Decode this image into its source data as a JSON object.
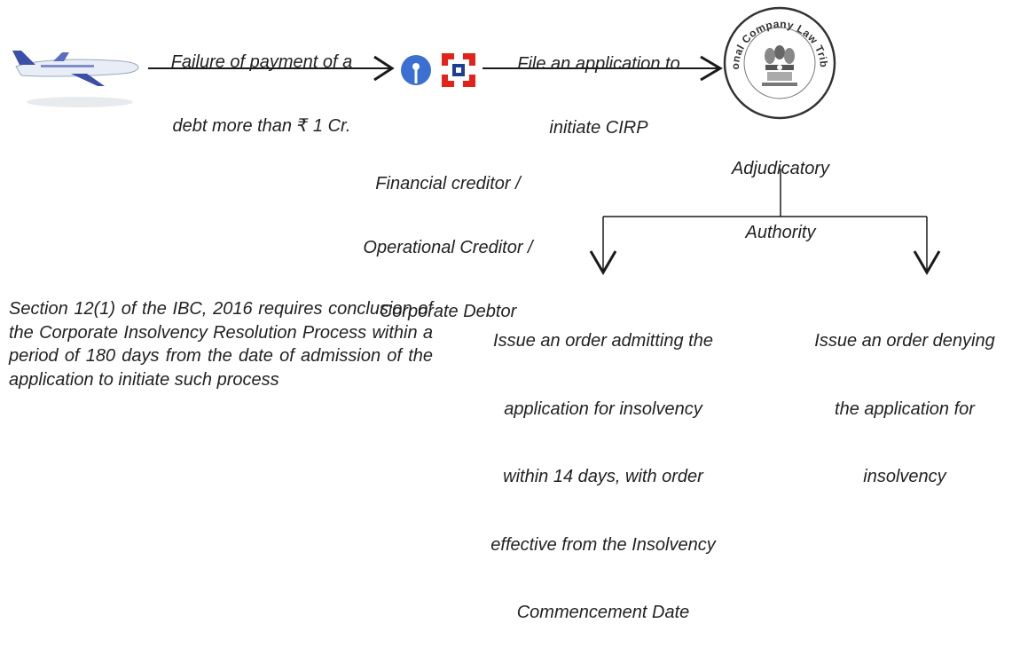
{
  "debtor_to_creditor_label": [
    "Failure of payment of a",
    "debt more than ₹ 1 Cr."
  ],
  "creditor_to_authority_label": [
    "File an application to",
    "initiate CIRP"
  ],
  "creditor_caption": [
    "Financial creditor /",
    "Operational Creditor /",
    "Corporate Debtor"
  ],
  "authority_caption": [
    "Adjudicatory",
    "Authority"
  ],
  "authority_seal_text": "National Company Law Tribunal",
  "outcome_admit": [
    "Issue an order admitting the",
    "application for insolvency",
    "within 14 days, with order",
    "effective from the Insolvency",
    "Commencement Date"
  ],
  "outcome_deny": [
    "Issue an order denying",
    "the application for",
    "insolvency"
  ],
  "section_note": "Section 12(1) of the IBC, 2016 requires conclusion of the Corporate Insolvency Resolution Process within a period of 180 days from the date of admission of the application to initiate such process",
  "colors": {
    "line": "#1a1a1a",
    "bank_blue": "#3b6fd1",
    "bank_red": "#e2231a",
    "hdfc_blue": "#1c3f94"
  }
}
